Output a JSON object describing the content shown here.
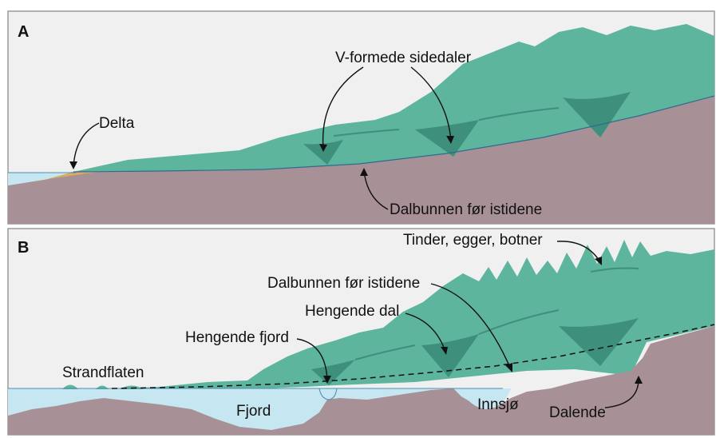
{
  "panels": [
    {
      "letter": "A",
      "labels": {
        "delta": "Delta",
        "side_valleys": "V-formede sidedaler",
        "valley_floor": "Dalbunnen før istidene"
      }
    },
    {
      "letter": "B",
      "labels": {
        "peaks": "Tinder, egger, botner",
        "valley_floor": "Dalbunnen før istidene",
        "hanging_valley": "Hengende dal",
        "hanging_fjord": "Hengende fjord",
        "strandflat": "Strandflaten",
        "fjord": "Fjord",
        "lake": "Innsjø",
        "valley_end": "Dalende"
      }
    }
  ],
  "colors": {
    "sky": "#f1f0f0",
    "bedrock": "#a89097",
    "vegetation": "#5db59d",
    "vegetation_dark": "#3e8f7c",
    "water": "#c6e6f1",
    "delta": "#d9ac62",
    "border": "#9a9a9a"
  }
}
